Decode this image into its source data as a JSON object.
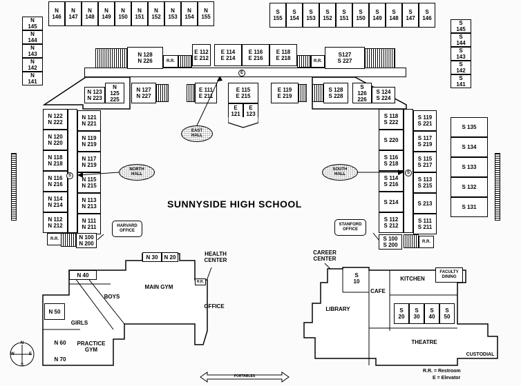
{
  "title": "SUNNYSIDE HIGH SCHOOL",
  "top_north_rooms": [
    "N\n146",
    "N\n147",
    "N\n148",
    "N\n149",
    "N\n150",
    "N\n151",
    "N\n152",
    "N\n153",
    "N\n154",
    "N\n155"
  ],
  "top_south_rooms": [
    "S\n155",
    "S\n154",
    "S\n153",
    "S\n152",
    "S\n151",
    "S\n150",
    "S\n149",
    "S\n148",
    "S\n147",
    "S\n146"
  ],
  "left_column_rooms": [
    "N\n145",
    "N\n144",
    "N\n143",
    "N\n142",
    "N\n141"
  ],
  "right_column_rooms": [
    "S\n145",
    "S\n144",
    "S\n143",
    "S\n142",
    "S\n141"
  ],
  "east_wing": {
    "top": [
      "E 112\nE 212",
      "E 114\nE 214",
      "E 116\nE 216",
      "E 118\nE 218"
    ],
    "bottom": [
      "E 111\nE 211",
      "E 115\nE 215",
      "E 119\nE 219"
    ],
    "small": [
      "E\n121",
      "E\n123"
    ],
    "north_end": "N 128\nN 226",
    "south_end": "S127\nS 227",
    "restroom_left": "R.R.",
    "restroom_right": "R.R."
  },
  "north_wing": {
    "corner": [
      "N 123\nN 223",
      "N\n125\n225",
      "N 127\nN 227"
    ],
    "outer": [
      "N 122\nN 222",
      "N 120\nN 220",
      "N 118\nN 218",
      "N 116\nN 216",
      "N 114\nN 214",
      "N 112\nN 212"
    ],
    "inner": [
      "N 121\nN 221",
      "N 119\nN 219",
      "N 117\nN 219",
      "N 115\nN 215",
      "N 113\nN 213",
      "N 111\nN 211"
    ],
    "end": "N 100\nN 200",
    "restroom": "R.R."
  },
  "south_wing": {
    "corner": [
      "S 128\nS 228",
      "S\n126\n226",
      "S 124\nS 224"
    ],
    "inner": [
      "S 118\nS 222",
      "S 220",
      "S 116\nS 218",
      "S 114\nS 216",
      "S 214",
      "S 112\nS 212"
    ],
    "outer": [
      "S 119\nS 221",
      "S 117\nS 219",
      "S 115\nS 217",
      "S 113\nS 215",
      "S 213",
      "S 111\nS 211"
    ],
    "end": "S 100\nS 200",
    "restroom": "R.R."
  },
  "far_right_rooms": [
    "S 135",
    "S 134",
    "S 133",
    "S 132",
    "S 131"
  ],
  "halls": {
    "east": "EAST\nHALL",
    "north": "NORTH\nHALL",
    "south": "SOUTH\nHALL"
  },
  "markers": {
    "elevator": "E",
    "stairs": "S"
  },
  "offices": {
    "harvard": "HARVARD\nOFFICE",
    "stanford": "STANFORD\nOFFICE"
  },
  "lower_left": {
    "n30": "N 30",
    "n20": "N 20",
    "health_center": "HEALTH\nCENTER",
    "main_gym": "MAIN GYM",
    "n40": "N 40",
    "boys": "BOYS",
    "n50": "N 50",
    "girls": "GIRLS",
    "n60": "N 60",
    "n70": "N 70",
    "practice_gym": "PRACTICE\nGYM",
    "office": "OFFICE",
    "restroom": "R.R."
  },
  "lower_right": {
    "career_center": "CAREER\nCENTER",
    "s10": "S\n10",
    "library": "LIBRARY",
    "cafe": "CAFE",
    "kitchen": "KITCHEN",
    "faculty_dining": "FACULTY\nDINING",
    "small_rooms": [
      "S\n20",
      "S\n30",
      "S\n40",
      "S\n50"
    ],
    "theatre": "THEATRE",
    "custodial": "CUSTODIAL"
  },
  "compass": {
    "n": "N",
    "s": "S",
    "e": "E",
    "w": "W"
  },
  "legend": {
    "restroom": "R.R. = Restroom",
    "elevator": "E = Elevator"
  },
  "bottom_arrow": "PORTABLES"
}
